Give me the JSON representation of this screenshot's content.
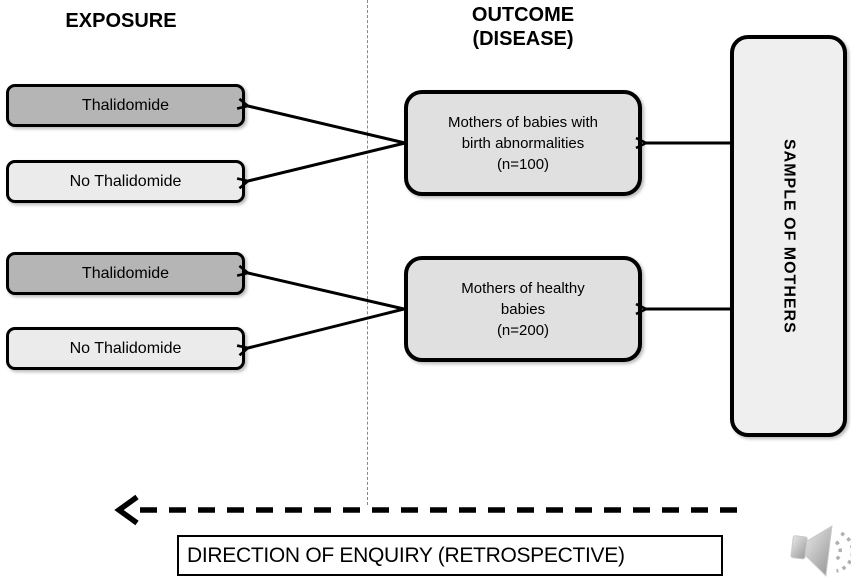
{
  "slide": {
    "headers": {
      "exposure": "EXPOSURE",
      "outcome": [
        "OUTCOME",
        "(DISEASE)"
      ]
    },
    "exposure_boxes": [
      {
        "label": "Thalidomide",
        "variant": "dark"
      },
      {
        "label": "No Thalidomide",
        "variant": "light"
      },
      {
        "label": "Thalidomide",
        "variant": "dark"
      },
      {
        "label": "No Thalidomide",
        "variant": "light"
      }
    ],
    "outcome_boxes": [
      {
        "lines": [
          "Mothers of babies with",
          "birth abnormalities",
          "(n=100)"
        ]
      },
      {
        "lines": [
          "Mothers of healthy",
          "babies",
          "(n=200)"
        ]
      }
    ],
    "sample_label": "SAMPLE OF MOTHERS",
    "direction_label": "DIRECTION OF ENQUIRY (RETROSPECTIVE)",
    "counts": {
      "cases": 100,
      "controls": 200
    },
    "colors": {
      "box_exposed": "#b5b5b5",
      "box_unexposed": "#ebebeb",
      "box_outcome": "#e0e0e0",
      "box_sample": "#efefef",
      "border": "#000000",
      "divider": "#888888",
      "speaker": "#b0b0b0"
    },
    "icons": {
      "audio": "speaker-icon"
    }
  }
}
